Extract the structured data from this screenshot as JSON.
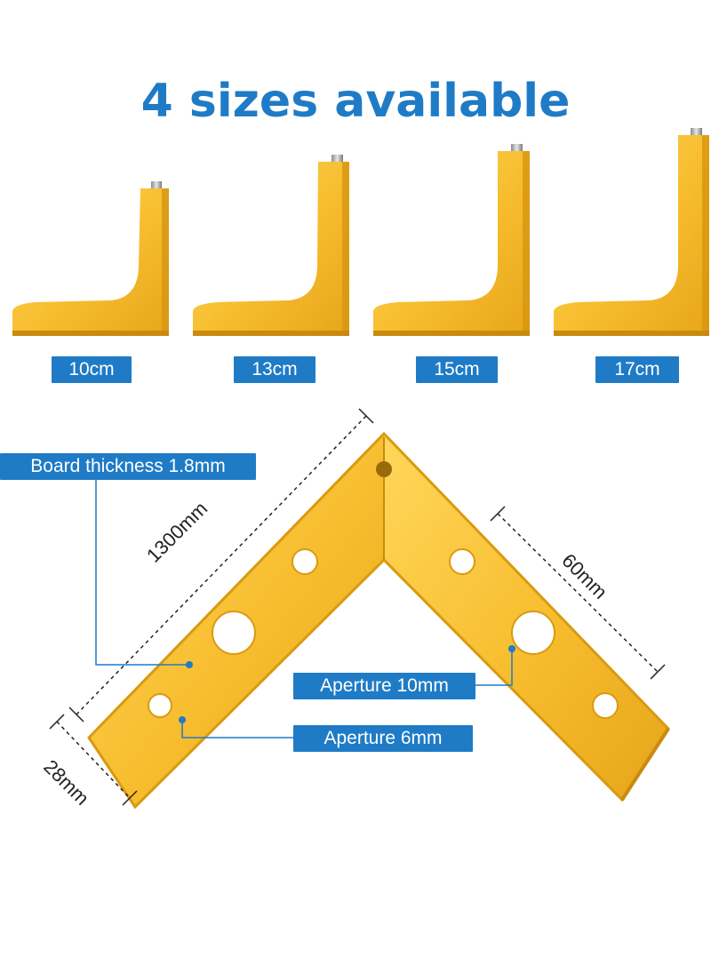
{
  "headline": "4 sizes available",
  "sizes": [
    "10cm",
    "13cm",
    "15cm",
    "17cm"
  ],
  "callouts": {
    "board_thickness": "Board thickness 1.8mm",
    "aperture_large": "Aperture 10mm",
    "aperture_small": "Aperture 6mm"
  },
  "dimensions": {
    "length_left": "1300mm",
    "length_right": "60mm",
    "width": "28mm"
  },
  "colors": {
    "accent": "#1f7bc6",
    "metal_light": "#ffd04a",
    "metal_dark": "#d99a10"
  }
}
